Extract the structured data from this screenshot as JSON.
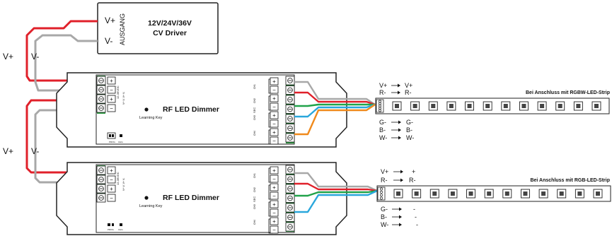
{
  "driver": {
    "title": "12V/24V/36V",
    "subtitle": "CV Driver",
    "side_label": "AUSGANG",
    "v_plus": "V+",
    "v_minus": "V-"
  },
  "feed_top": {
    "v_plus": "V+",
    "v_minus": "V-"
  },
  "feed_mid": {
    "v_plus": "V+",
    "v_minus": "V-"
  },
  "dimmers": [
    {
      "title": "RF LED Dimmer",
      "learning_key": "Learning Key",
      "input_label": "12-36VDC",
      "input_sub": "V+ V- V+ V-",
      "out_side_label": "SEC",
      "channel_labels": [
        "CH1",
        "CH2",
        "CH3",
        "CH4"
      ],
      "button_labels": [
        "PROG",
        "CHG"
      ]
    },
    {
      "title": "RF LED Dimmer",
      "learning_key": "Learning Key",
      "input_label": "12-36VDC",
      "input_sub": "V+ V- V+ V-",
      "out_side_label": "SEC",
      "channel_labels": [
        "CH1",
        "CH2",
        "CH3",
        "CH4"
      ],
      "button_labels": [
        "PROG",
        "CHG"
      ]
    }
  ],
  "strip_rgbw": {
    "title": "Bei Anschluss mit RGBW-LED-Strip",
    "left_top": [
      "V+",
      "R-"
    ],
    "right_top": [
      "V+",
      "R-"
    ],
    "left_bottom": [
      "G-",
      "B-",
      "W-"
    ],
    "right_bottom": [
      "G-",
      "B-",
      "W-"
    ],
    "led_count": 12
  },
  "strip_rgb": {
    "title": "Bei Anschluss mit RGB-LED-Strip",
    "left_top": [
      "V+",
      "R-"
    ],
    "right_top": [
      "+",
      "R-"
    ],
    "left_bottom": [
      "G-",
      "B-",
      "W-"
    ],
    "right_bottom": [
      "-",
      "-",
      "-"
    ],
    "led_count": 12
  },
  "colors": {
    "wire_red": "#e0202a",
    "wire_gray": "#a8a8a8",
    "wire_green": "#21a34a",
    "wire_blue": "#2aa7dc",
    "wire_orange": "#f08a1c",
    "terminal_green": "#2f9e44",
    "outline": "#222222"
  }
}
